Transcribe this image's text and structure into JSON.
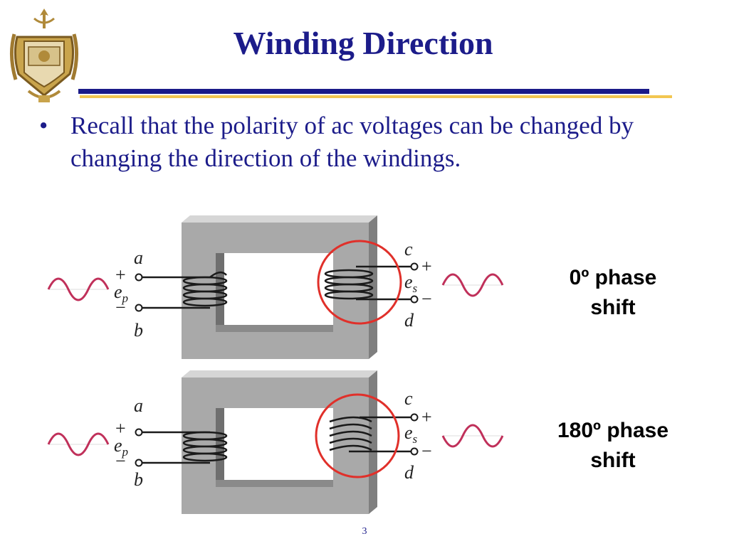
{
  "slide": {
    "title": "Winding Direction",
    "bullet": "Recall that the polarity of ac voltages can be changed by changing the direction of the windings.",
    "page_number": "3"
  },
  "diagram": {
    "top": {
      "caption_line1": "0º phase",
      "caption_line2": "shift",
      "labels": {
        "a": "a",
        "b": "b",
        "c": "c",
        "d": "d",
        "ep": "e",
        "ep_sub": "p",
        "es": "e",
        "es_sub": "s",
        "plus": "+",
        "minus": "−"
      }
    },
    "bottom": {
      "caption_line1": "180º phase",
      "caption_line2": "shift",
      "labels": {
        "a": "a",
        "b": "b",
        "c": "c",
        "d": "d",
        "ep": "e",
        "ep_sub": "p",
        "es": "e",
        "es_sub": "s",
        "plus": "+",
        "minus": "−"
      }
    }
  },
  "colors": {
    "title": "#1c1c8a",
    "rule_navy": "#1a1a88",
    "rule_gold": "#f2c650",
    "sine": "#c0305a",
    "highlight_circle": "#e0302a",
    "core": "#a8a8a8"
  },
  "icons": [
    "crest-emblem",
    "sine-wave-icon",
    "terminal-icon"
  ]
}
